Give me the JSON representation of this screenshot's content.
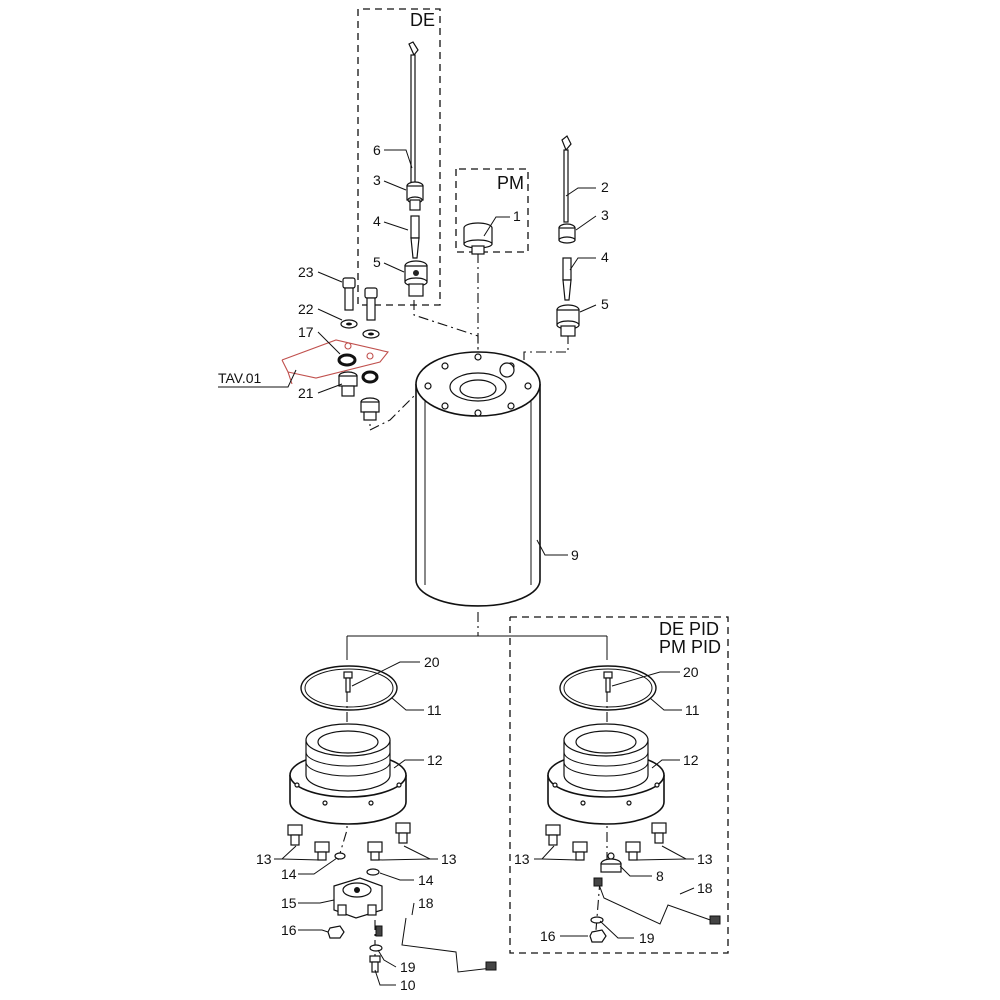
{
  "groups": {
    "de": "DE",
    "pm": "PM",
    "pid_line1": "DE PID",
    "pid_line2": "PM PID"
  },
  "labels": {
    "p1": "1",
    "p2": "2",
    "p3_left": "3",
    "p3_right": "3",
    "p4_left": "4",
    "p4_right": "4",
    "p5_left": "5",
    "p5_right": "5",
    "p6": "6",
    "p8": "8",
    "p9": "9",
    "p10": "10",
    "p11_left": "11",
    "p11_right": "11",
    "p12_left": "12",
    "p12_right": "12",
    "p13_a": "13",
    "p13_b": "13",
    "p13_c": "13",
    "p13_d": "13",
    "p14_a": "14",
    "p14_b": "14",
    "p15": "15",
    "p16_left": "16",
    "p16_right": "16",
    "p17": "17",
    "p18_left": "18",
    "p18_right": "18",
    "p19_left": "19",
    "p19_right": "19",
    "p20_left": "20",
    "p20_right": "20",
    "p21": "21",
    "p22": "22",
    "p23": "23",
    "tav": "TAV.01"
  }
}
